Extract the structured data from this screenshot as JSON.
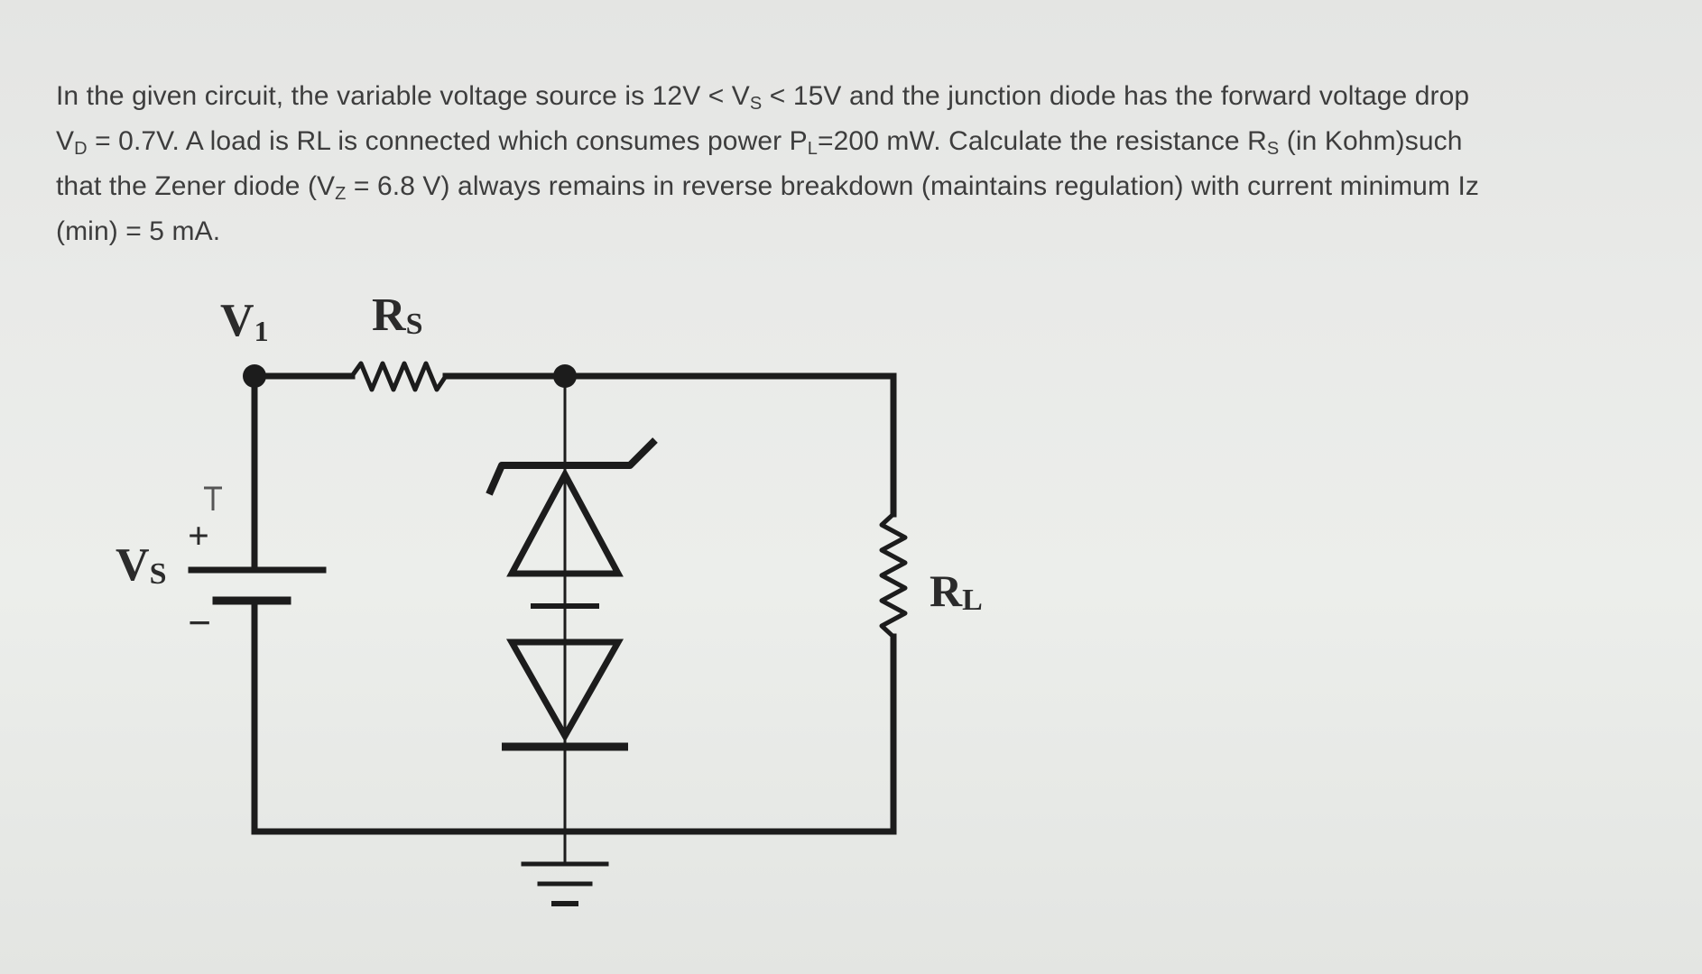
{
  "question": {
    "line1_a": "In the given circuit, the variable voltage source is 12V < V",
    "line1_sub": "S",
    "line1_b": " < 15V and the junction diode has the forward voltage drop",
    "line2_a": "V",
    "line2_sub1": "D",
    "line2_b": " = 0.7V. A load is RL is connected which consumes power P",
    "line2_sub2": "L",
    "line2_c": "=200 mW. Calculate the resistance R",
    "line2_sub3": "S",
    "line2_d": " (in Kohm)such",
    "line3_a": "that the Zener diode (V",
    "line3_sub": "Z",
    "line3_b": " = 6.8 V) always remains in reverse breakdown (maintains regulation) with current minimum Iz",
    "line4": "(min) = 5 mA."
  },
  "circuit": {
    "labels": {
      "v1_main": "V",
      "v1_sub": "1",
      "rs_main": "R",
      "rs_sub": "S",
      "vs_main": "V",
      "vs_sub": "S",
      "rl_main": "R",
      "rl_sub": "L",
      "plus": "+",
      "minus": "−"
    },
    "colors": {
      "wire": "#1c1c1c",
      "text": "#2b2b2b"
    }
  }
}
